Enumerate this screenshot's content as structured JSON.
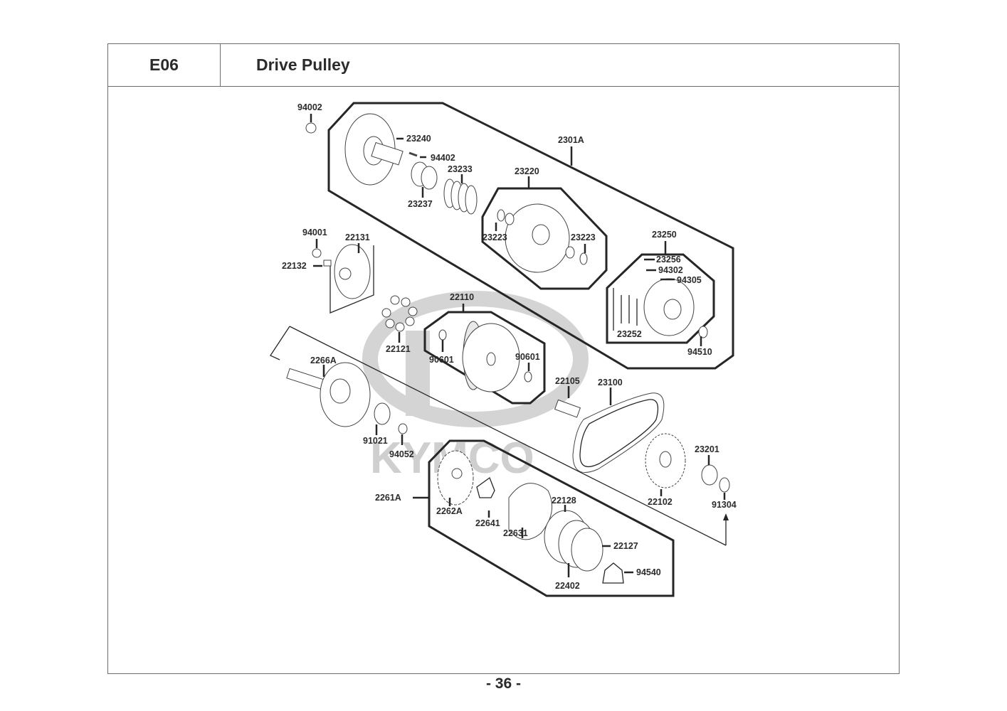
{
  "header": {
    "section_code": "E06",
    "title": "Drive Pulley"
  },
  "footer": {
    "page_number": "- 36 -"
  },
  "watermark": {
    "brand_text": "KYMCO",
    "color": "#cfcfcf"
  },
  "parts": {
    "p94002": "94002",
    "p23240": "23240",
    "p94402": "94402",
    "p23233": "23233",
    "p23237": "23237",
    "p2301A": "2301A",
    "p23220": "23220",
    "p23223a": "23223",
    "p23223b": "23223",
    "p23250": "23250",
    "p23256": "23256",
    "p94302": "94302",
    "p94305": "94305",
    "p23252": "23252",
    "p94510": "94510",
    "p94001": "94001",
    "p22131": "22131",
    "p22132": "22132",
    "p22121": "22121",
    "p22110": "22110",
    "p90601a": "90601",
    "p90601b": "90601",
    "p2266A": "2266A",
    "p91021": "91021",
    "p94052": "94052",
    "p22105": "22105",
    "p23100": "23100",
    "p23201": "23201",
    "p22102": "22102",
    "p91304": "91304",
    "p2261A": "2261A",
    "p2262A": "2262A",
    "p22641": "22641",
    "p22631": "22631",
    "p22128": "22128",
    "p22127": "22127",
    "p22402": "22402",
    "p94540": "94540"
  }
}
